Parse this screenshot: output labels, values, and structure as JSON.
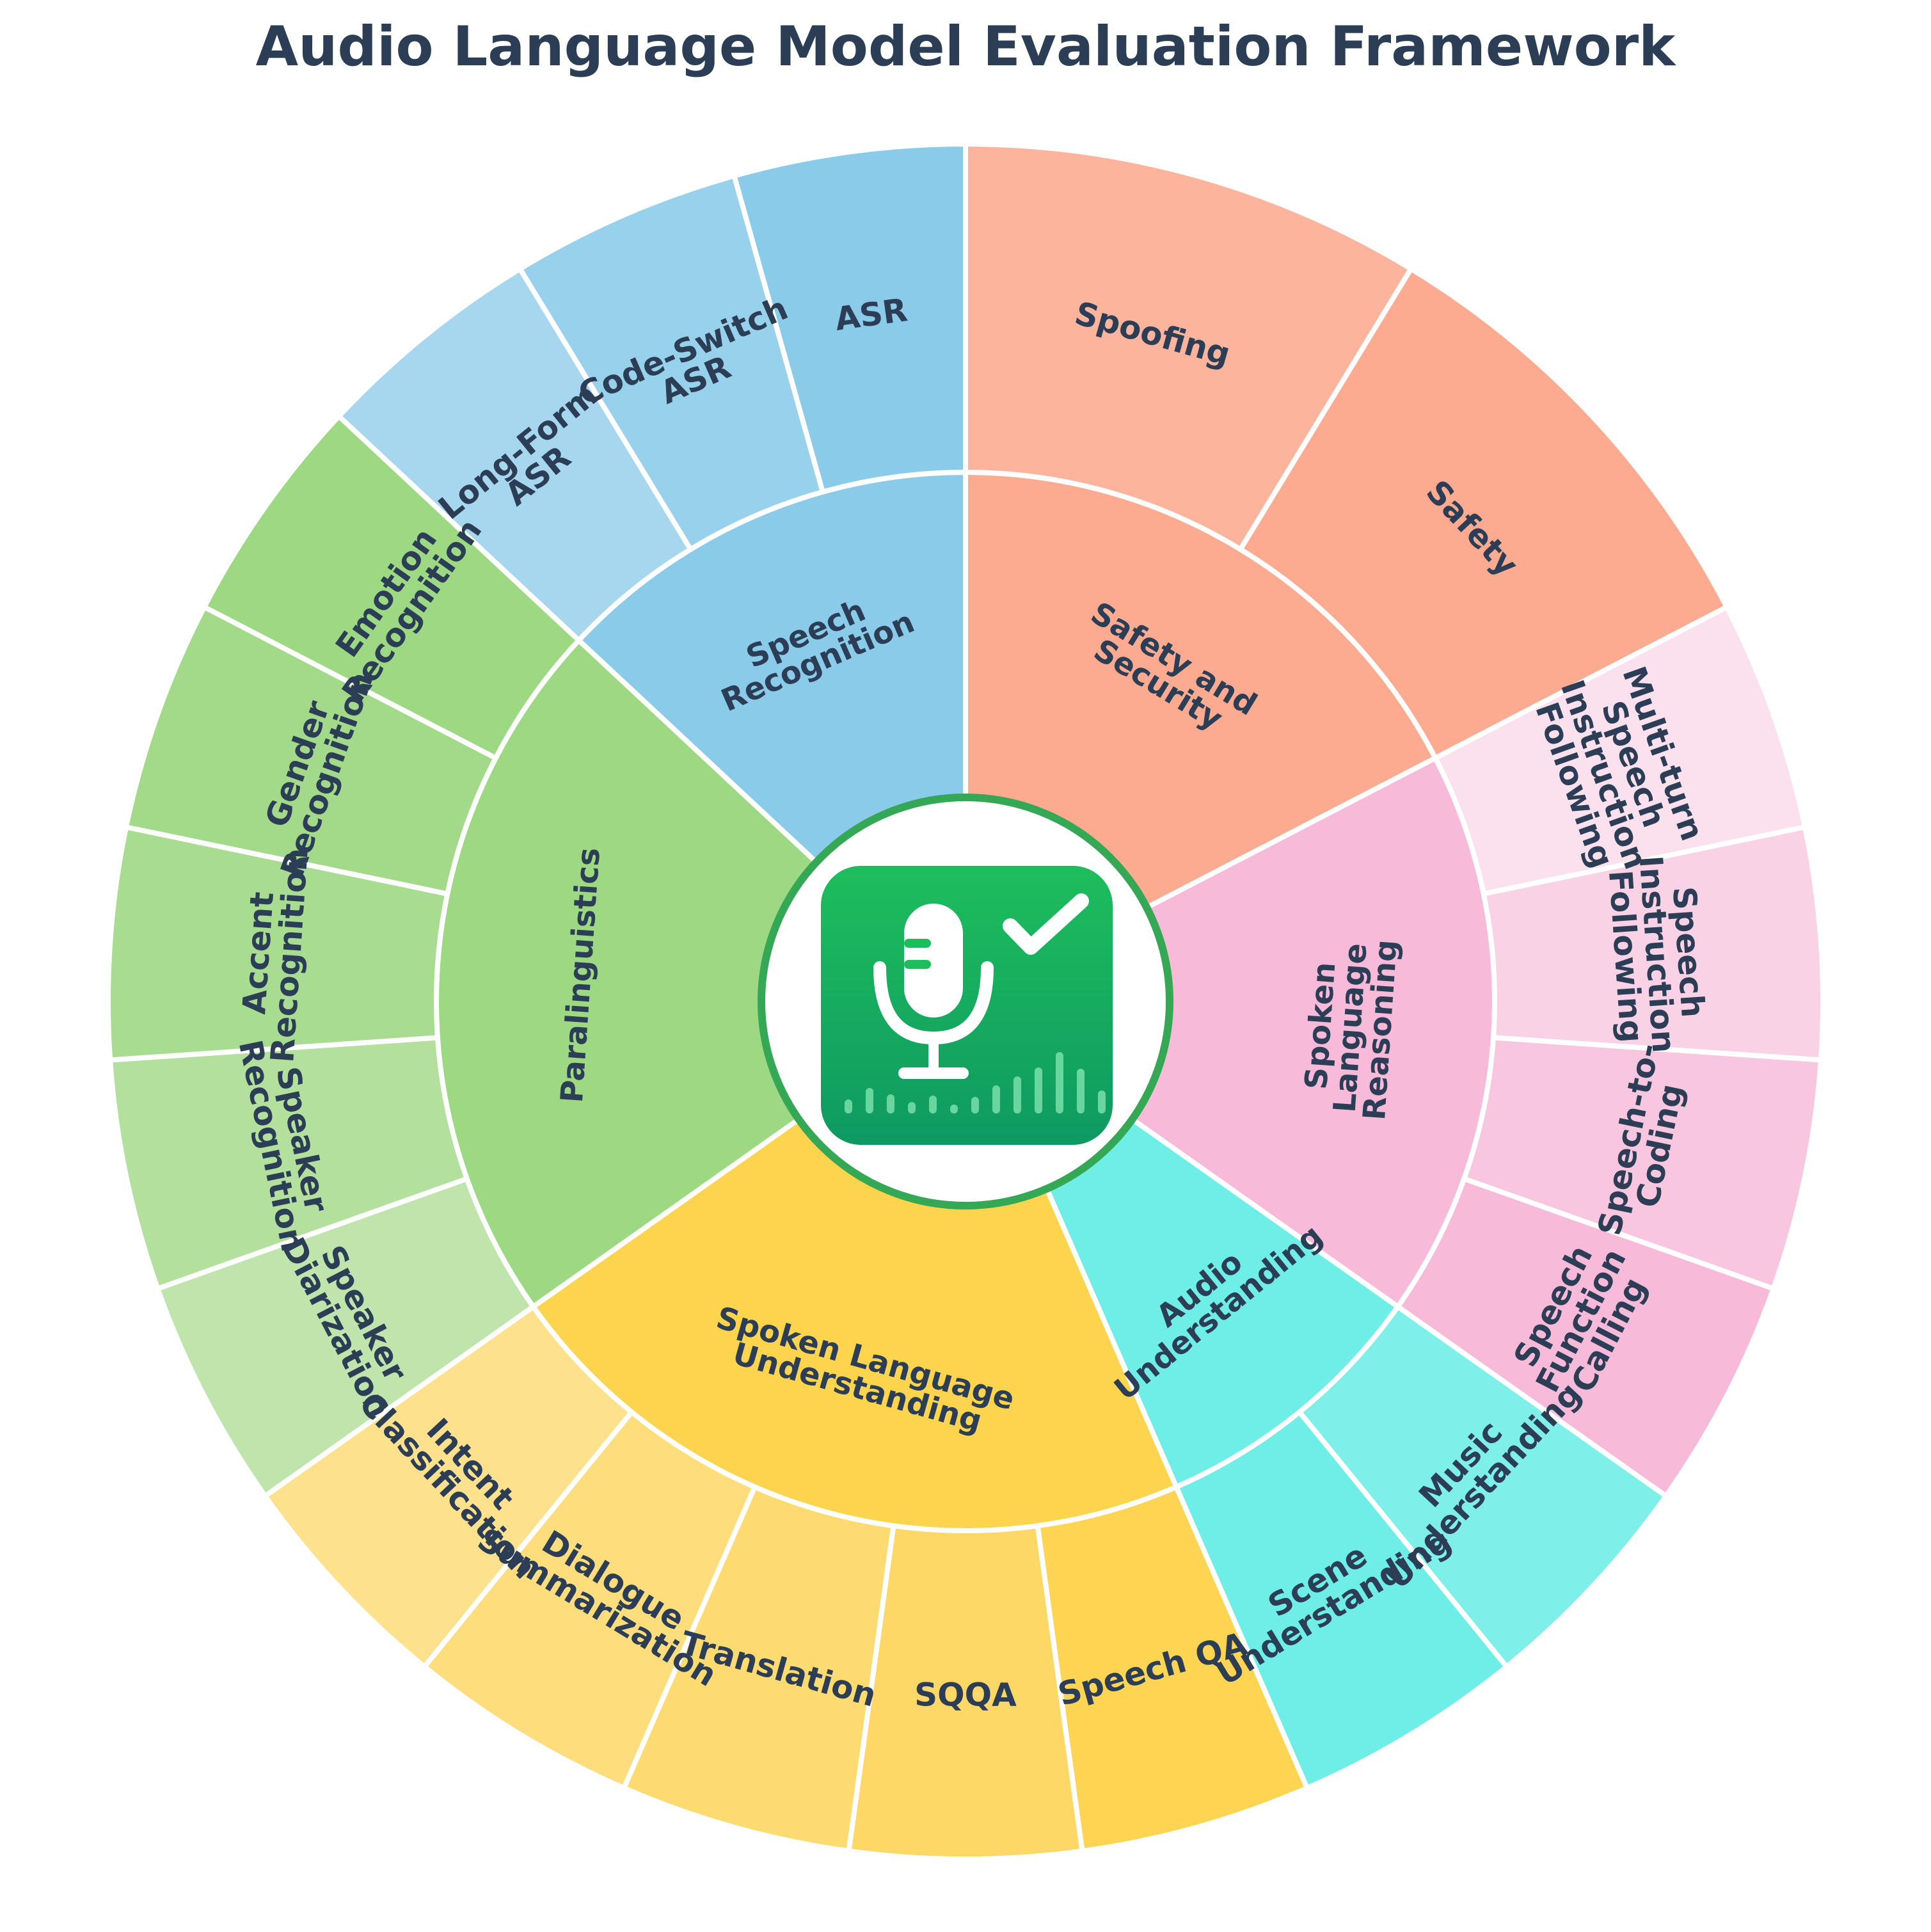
{
  "title": "Audio Language Model Evaluation Framework",
  "center_icon": {
    "name": "microphone-check-icon",
    "ring_color": "#35a855",
    "tile_color_top": "#1ebd5c",
    "tile_color_bottom": "#0e9a62"
  },
  "categories": [
    {
      "name": "Safety and Security",
      "label_lines": [
        "Safety and",
        "Security"
      ],
      "color": "#fcab90",
      "children": [
        {
          "name": "Spoofing",
          "label_lines": [
            "Spoofing"
          ],
          "color": "#fcb49d"
        },
        {
          "name": "Safety",
          "label_lines": [
            "Safety"
          ],
          "color": "#fcab90"
        }
      ]
    },
    {
      "name": "Spoken Language Reasoning",
      "label_lines": [
        "Spoken",
        "Language",
        "Reasoning"
      ],
      "color": "#f7bad8",
      "children": [
        {
          "name": "Multi-turn Speech Instruction Following",
          "label_lines": [
            "Multi-turn",
            "Speech",
            "Instruction",
            "Following"
          ],
          "color": "#fbe1ee"
        },
        {
          "name": "Speech Instruction Following",
          "label_lines": [
            "Speech",
            "Instruction",
            "Following"
          ],
          "color": "#f9d2e5"
        },
        {
          "name": "Speech-to-Coding",
          "label_lines": [
            "Speech-to-",
            "Coding"
          ],
          "color": "#f8c6df"
        },
        {
          "name": "Speech Function Calling",
          "label_lines": [
            "Speech",
            "Function",
            "Calling"
          ],
          "color": "#f7bad8"
        }
      ]
    },
    {
      "name": "Audio Understanding",
      "label_lines": [
        "Audio",
        "Understanding"
      ],
      "color": "#6eeee6",
      "children": [
        {
          "name": "Music Understanding",
          "label_lines": [
            "Music",
            "Understanding"
          ],
          "color": "#7ef0e9"
        },
        {
          "name": "Scene Understanding",
          "label_lines": [
            "Scene",
            "Understanding"
          ],
          "color": "#6eeee6"
        }
      ]
    },
    {
      "name": "Spoken Language Understanding",
      "label_lines": [
        "Spoken Language",
        "Understanding"
      ],
      "color": "#fdd44e",
      "children": [
        {
          "name": "Speech QA",
          "label_lines": [
            "Speech QA"
          ],
          "color": "#fdd553"
        },
        {
          "name": "SQQA",
          "label_lines": [
            "SQQA"
          ],
          "color": "#fdd866"
        },
        {
          "name": "Translation",
          "label_lines": [
            "Translation"
          ],
          "color": "#fddb71"
        },
        {
          "name": "Dialogue Summarization",
          "label_lines": [
            "Dialogue",
            "Summarization"
          ],
          "color": "#fddd7c"
        },
        {
          "name": "Intent Classification",
          "label_lines": [
            "Intent",
            "Classification"
          ],
          "color": "#fde18d"
        }
      ]
    },
    {
      "name": "Paralinguistics",
      "label_lines": [
        "Paralinguistics"
      ],
      "color": "#9dd882",
      "children": [
        {
          "name": "Speaker Diarization",
          "label_lines": [
            "Speaker",
            "Diarization"
          ],
          "color": "#bfe5ac"
        },
        {
          "name": "Speaker Recognition",
          "label_lines": [
            "Speaker",
            "Recognition"
          ],
          "color": "#b3e09d"
        },
        {
          "name": "Accent Recognition",
          "label_lines": [
            "Accent",
            "Recognition"
          ],
          "color": "#a8dc90"
        },
        {
          "name": "Gender Recognition",
          "label_lines": [
            "Gender",
            "Recognition"
          ],
          "color": "#a3da89"
        },
        {
          "name": "Emotion Recognition",
          "label_lines": [
            "Emotion",
            "Recognition"
          ],
          "color": "#9dd882"
        }
      ]
    },
    {
      "name": "Speech Recognition",
      "label_lines": [
        "Speech",
        "Recognition"
      ],
      "color": "#8acbea",
      "children": [
        {
          "name": "Long-Form ASR",
          "label_lines": [
            "Long-Form",
            "ASR"
          ],
          "color": "#a6d7ef"
        },
        {
          "name": "Code-Switch ASR",
          "label_lines": [
            "Code-Switch",
            "ASR"
          ],
          "color": "#98d1ec"
        },
        {
          "name": "ASR",
          "label_lines": [
            "ASR"
          ],
          "color": "#8acbea"
        }
      ]
    }
  ]
}
